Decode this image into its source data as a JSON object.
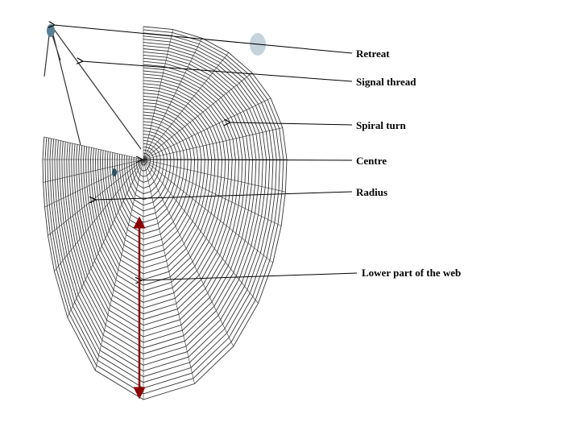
{
  "labels": {
    "retreat": "Retreat",
    "signal_thread": "Signal thread",
    "spiral_turn": "Spiral turn",
    "centre": "Centre",
    "radius": "Radius",
    "lower_part": "Lower part of the web"
  },
  "colors": {
    "web": "#333333",
    "arrow": "#000000",
    "lower_part_arrow": "#8b0000",
    "stain": "#5a7f95"
  }
}
